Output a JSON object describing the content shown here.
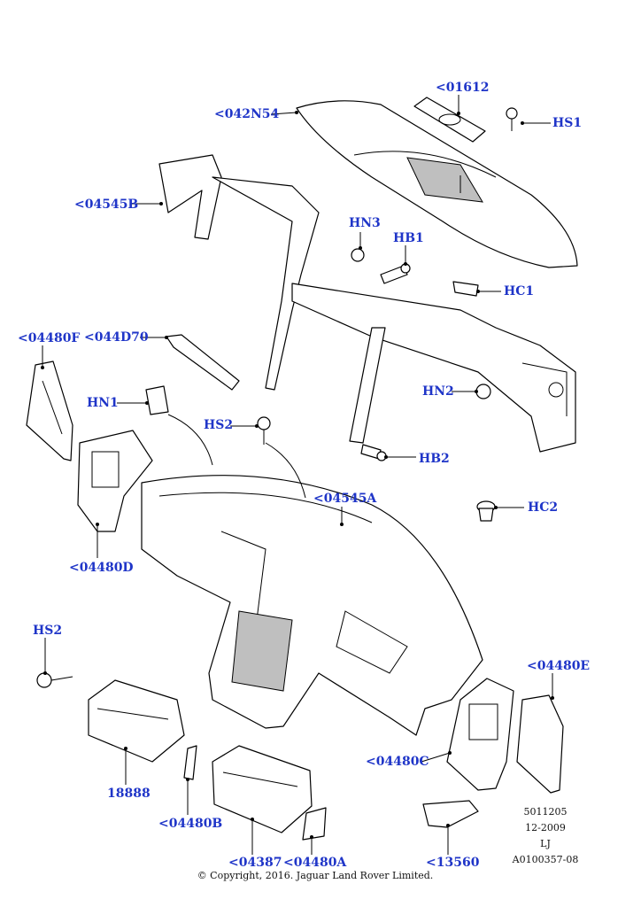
{
  "callouts": {
    "c042N54": "<042N54",
    "c01612": "<01612",
    "cHS1": "HS1",
    "c04545B": "<04545B",
    "cHN3": "HN3",
    "cHB1": "HB1",
    "cHC1": "HC1",
    "c04480F": "<04480F",
    "c044D70": "<044D70",
    "cHN1": "HN1",
    "cHN2": "HN2",
    "cHS2a": "HS2",
    "cHB2": "HB2",
    "c04545A": "<04545A",
    "cHC2": "HC2",
    "c04480D": "<04480D",
    "cHS2b": "HS2",
    "c04480E": "<04480E",
    "c04480C": "<04480C",
    "c18888": "18888",
    "c04480B": "<04480B",
    "c04387": "<04387",
    "c04480A": "<04480A",
    "c13560": "<13560"
  },
  "meta": {
    "line1": "5011205",
    "line2": "12-2009",
    "line3": "LJ",
    "line4": "A0100357-08",
    "copyright": "© Copyright, 2016. Jaguar Land Rover Limited."
  },
  "colors": {
    "callout": "#1f35c8",
    "line": "#000000",
    "shade": "#bfbfbf"
  }
}
